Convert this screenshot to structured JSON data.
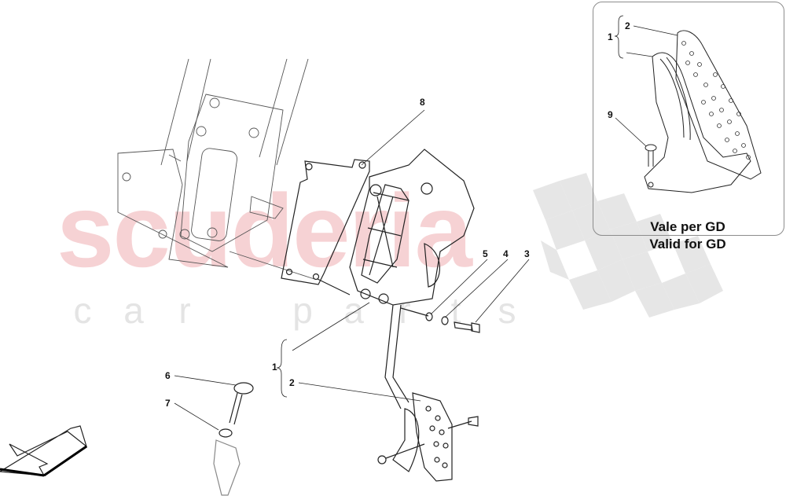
{
  "watermark": {
    "brand": "scuderia",
    "sub_letters": [
      "c",
      "a",
      "r",
      "p",
      "a",
      "r",
      "t",
      "s"
    ],
    "brand_color": "#f6d2d4",
    "sub_color": "#e4e4e4",
    "flag_color": "#e6e6e6"
  },
  "callouts": {
    "main": [
      {
        "id": "8",
        "label": "8"
      },
      {
        "id": "5",
        "label": "5"
      },
      {
        "id": "4",
        "label": "4"
      },
      {
        "id": "3",
        "label": "3"
      },
      {
        "id": "1",
        "label": "1"
      },
      {
        "id": "2",
        "label": "2"
      },
      {
        "id": "6",
        "label": "6"
      },
      {
        "id": "7",
        "label": "7"
      }
    ],
    "inset": [
      {
        "id": "1",
        "label": "1"
      },
      {
        "id": "2",
        "label": "2"
      },
      {
        "id": "9",
        "label": "9"
      }
    ]
  },
  "inset": {
    "caption_line1": "Vale per GD",
    "caption_line2": "Valid for GD"
  },
  "direction_arrow": "front-direction-arrow"
}
